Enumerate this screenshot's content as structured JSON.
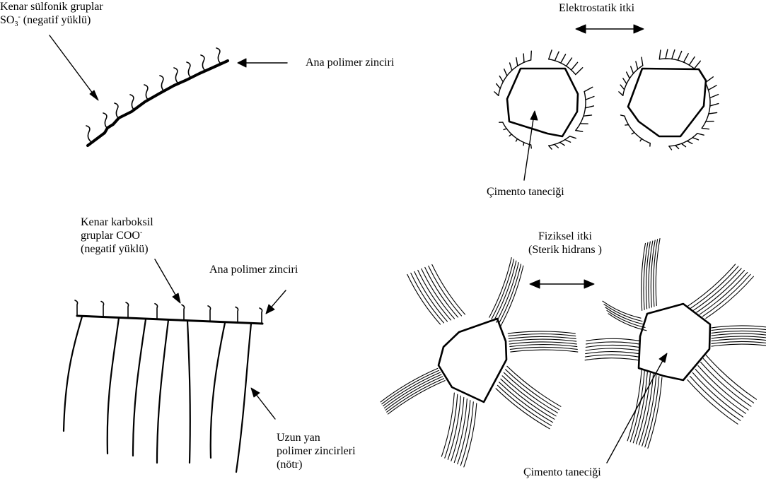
{
  "panel_a": {
    "side_group_label_line1": "Kenar sülfonik gruplar",
    "side_group_formula": "SO",
    "side_group_formula_sub": "3",
    "side_group_formula_sup": "-",
    "side_group_charge": "(negatif yüklü)",
    "main_chain_label": "Ana polimer zinciri"
  },
  "panel_b": {
    "title": "Elektrostatik itki",
    "particle_label": "Çimento taneciği"
  },
  "panel_c": {
    "side_group_label_line1": "Kenar karboksil",
    "side_group_label_line2": "gruplar COO",
    "side_group_label_sup": "-",
    "side_group_charge": "(negatif yüklü)",
    "main_chain_label": "Ana polimer zinciri",
    "side_chains_line1": "Uzun yan",
    "side_chains_line2": "polimer zincirleri",
    "side_chains_line3": "(nötr)"
  },
  "panel_d": {
    "title_line1": "Fiziksel itki",
    "title_line2": "(Sterik hidrans )",
    "particle_label": "Çimento taneciği"
  }
}
